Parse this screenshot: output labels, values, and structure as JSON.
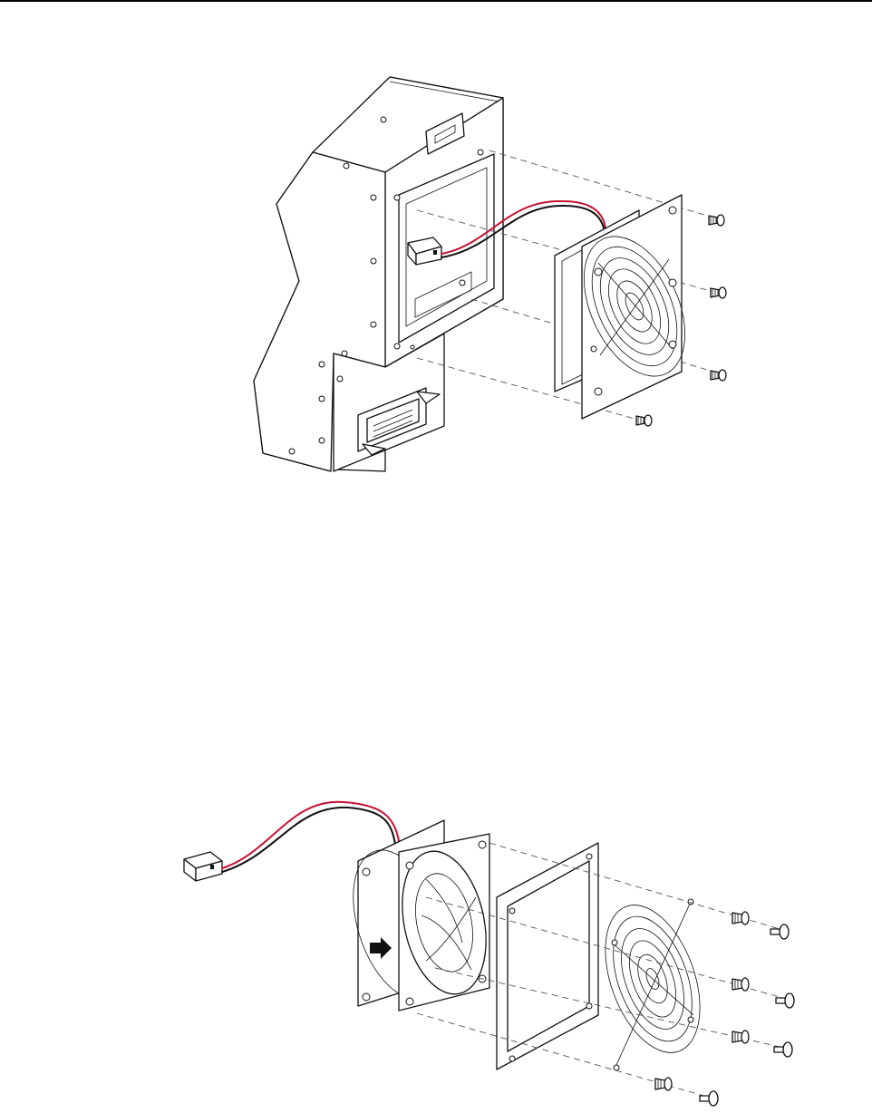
{
  "figure": {
    "top_view": "installed-fan-housing-exploded",
    "bottom_view": "fan-assembly-exploded",
    "colors": {
      "line": "#111111",
      "wire_red": "#c8102e",
      "wire_black": "#111111",
      "background": "#ffffff"
    },
    "icons": [
      "screw-icon",
      "airflow-arrow-icon",
      "connector-icon"
    ],
    "top_view_screw_count": 4,
    "bottom_view_screw_count": 8
  }
}
